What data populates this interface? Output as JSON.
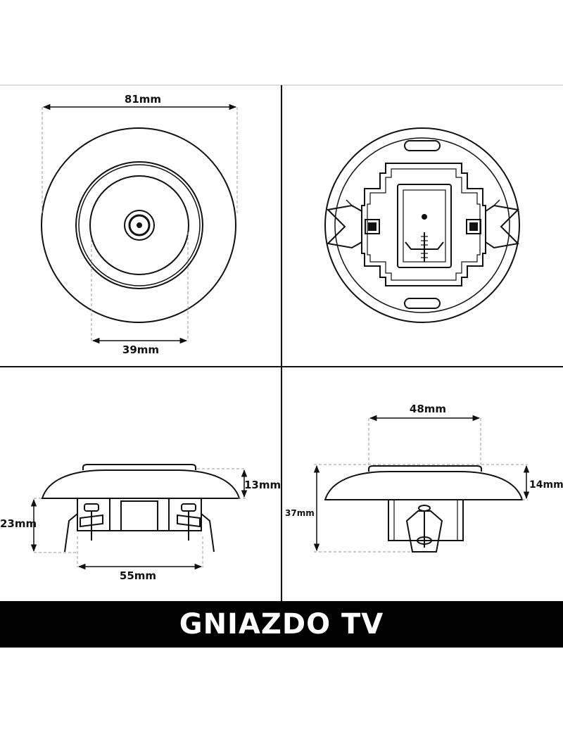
{
  "title": "GNIAZDO TV",
  "dimensions": {
    "front_outer": "81mm",
    "front_inner": "39mm",
    "side_top_height": "13mm",
    "side_body_height": "23mm",
    "side_mount_width": "55mm",
    "right_top_width": "48mm",
    "right_top_height": "14mm",
    "right_total_height": "37mm"
  }
}
